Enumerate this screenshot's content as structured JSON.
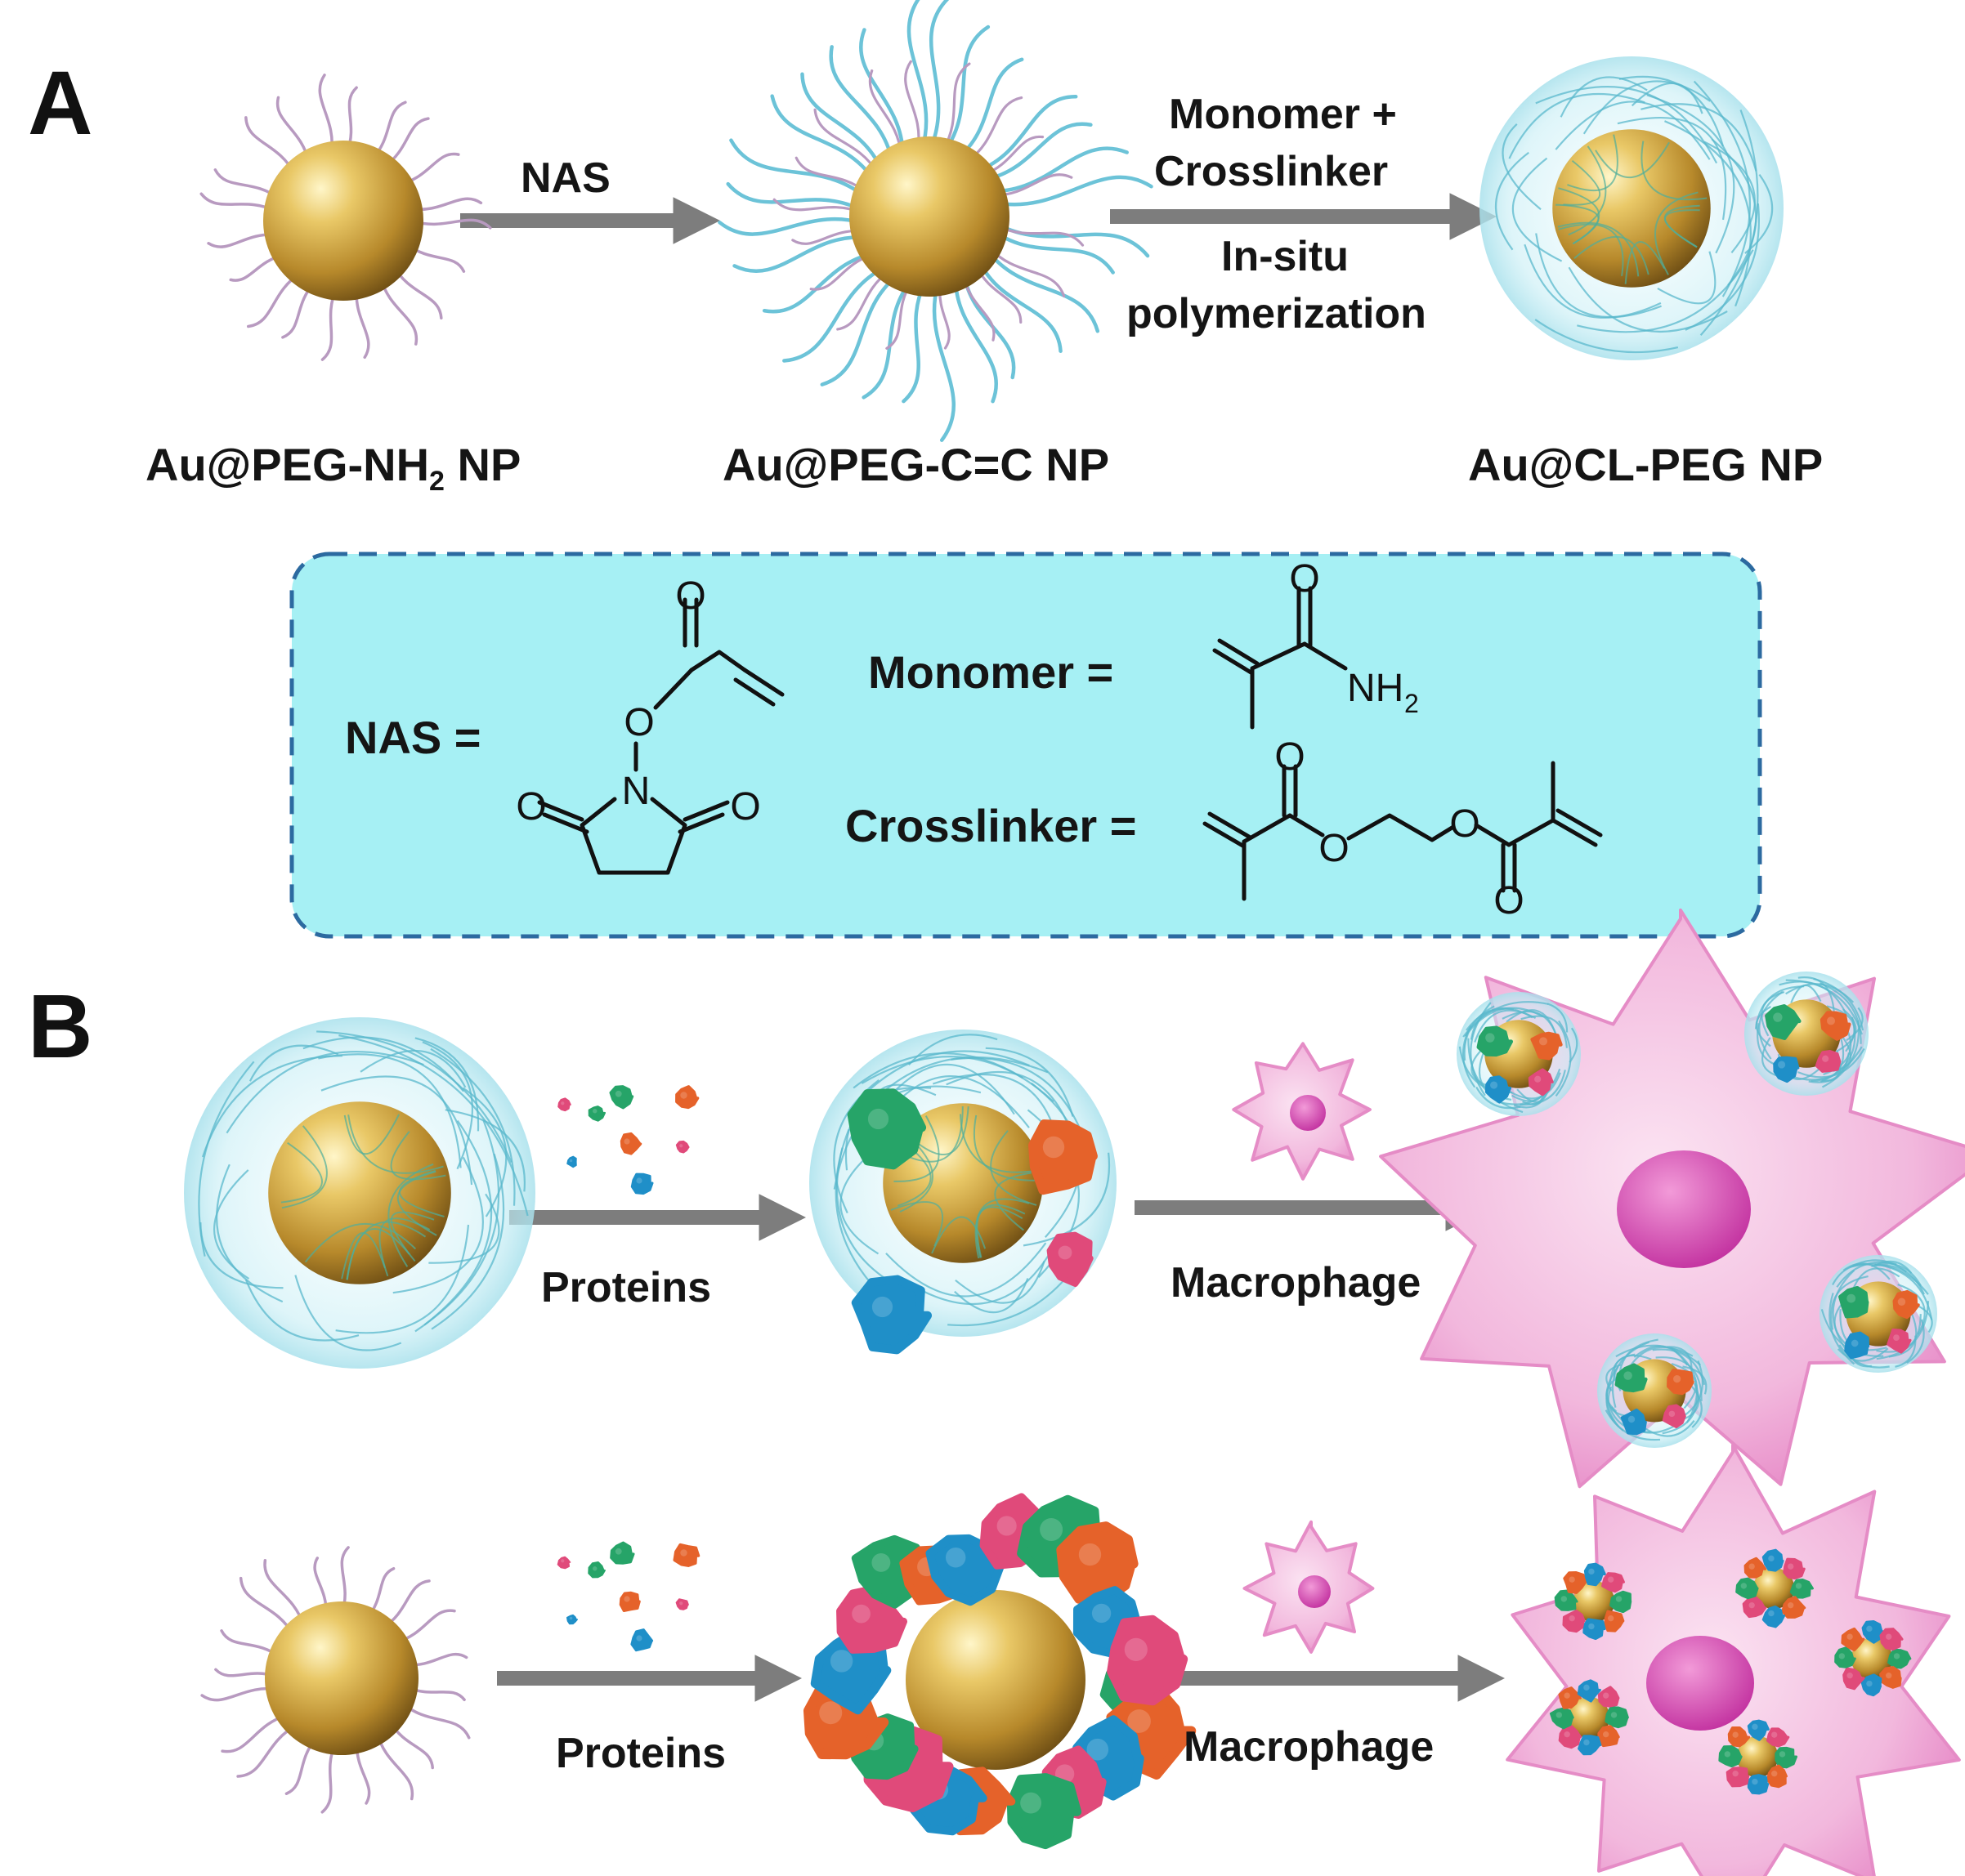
{
  "panel_a": {
    "letter": "A",
    "np_labels": {
      "amine": {
        "prefix": "Au@PEG-NH",
        "sub": "2",
        "suffix": " NP"
      },
      "alkene": "Au@PEG-C=C NP",
      "crosslinked": "Au@CL-PEG NP"
    },
    "step1": "NAS",
    "step2_top": [
      "Monomer +",
      "Crosslinker"
    ],
    "step2_bottom": [
      "In-situ",
      "polymerization"
    ],
    "legend": {
      "nas_label": "NAS =",
      "monomer_label": "Monomer =",
      "crosslinker_label": "Crosslinker =",
      "atoms": {
        "O": "O",
        "N": "N",
        "NH": "NH",
        "sub2": "2"
      }
    }
  },
  "panel_b": {
    "letter": "B",
    "proteins_label": "Proteins",
    "macrophage_label": "Macrophage"
  },
  "colors": {
    "gold": "#c9a23a",
    "ligand_purple": "#b89ac0",
    "ligand_cyan": "#6cc3d8",
    "legend_bg": "#a6f0f4",
    "legend_border": "#2c6aa0",
    "arrow": "#7d7d7d",
    "cell": "#f2b3dc",
    "nucleus": "#d14fb2",
    "protein_green": "#26a468",
    "protein_orange": "#e5622a",
    "protein_blue": "#1f8fc8",
    "protein_pink": "#e04a7a"
  }
}
